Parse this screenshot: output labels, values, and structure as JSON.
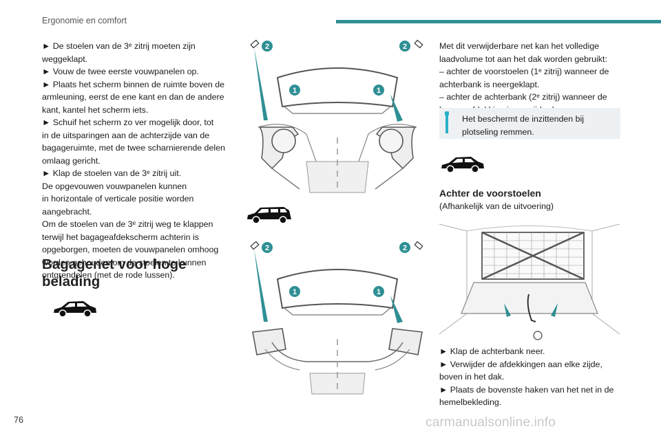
{
  "header": {
    "section": "Ergonomie en comfort",
    "accent": "#2f8f94"
  },
  "col1": {
    "lines": [
      "► De stoelen van de 3ᵉ zitrij moeten zijn",
      "weggeklapt.",
      "► Vouw de twee eerste vouwpanelen op.",
      "► Plaats het scherm binnen de ruimte boven de",
      "armleuning, eerst de ene kant en dan de andere",
      "kant, kantel het scherm iets.",
      "► Schuif het scherm zo ver mogelijk door, tot",
      "in de uitsparingen aan de achterzijde van de",
      "bagageruimte, met de twee scharnierende delen",
      "omlaag gericht.",
      "► Klap de stoelen van de 3ᵉ zitrij uit.",
      "De opgevouwen vouwpanelen kunnen",
      "in horizontale of verticale positie worden",
      "aangebracht.",
      "Om de stoelen van de 3ᵉ zitrij weg te klappen",
      "terwijl het bagageafdekscherm achterin is",
      "opgeborgen, moeten de vouwpanelen omhoog",
      "worden gehouden om de stoelen te kunnen",
      "ontgrendelen (met de rode lussen)."
    ],
    "heading_line1": "Bagagenet voor hoge",
    "heading_line2": "belading"
  },
  "figures": {
    "top": {
      "callout1": "1",
      "callout2": "2"
    },
    "bottom": {
      "callout1": "1",
      "callout2": "2"
    },
    "callout_color": "#2f8f94"
  },
  "col3": {
    "lines": [
      "Met dit verwijderbare net kan het volledige",
      "laadvolume tot aan het dak worden gebruikt:",
      "–  achter de voorstoelen (1ᵉ zitrij) wanneer de",
      "achterbank is neergeklapt.",
      "–  achter de achterbank (2ᵉ zitrij) wanneer de",
      "bagageafdekking is verwijderd."
    ],
    "note_lines": [
      "Het beschermt de inzittenden bij",
      "plotseling remmen."
    ],
    "subheading": "Achter de voorstoelen",
    "subnote": "(Afhankelijk van de uitvoering)",
    "steps": [
      "► Klap de achterbank neer.",
      "► Verwijder de afdekkingen aan elke zijde,",
      "boven in het dak.",
      "► Plaats de bovenste haken van het net in de",
      "hemelbekleding."
    ]
  },
  "footer": {
    "page": "76",
    "watermark": "carmanualsonline.info"
  }
}
